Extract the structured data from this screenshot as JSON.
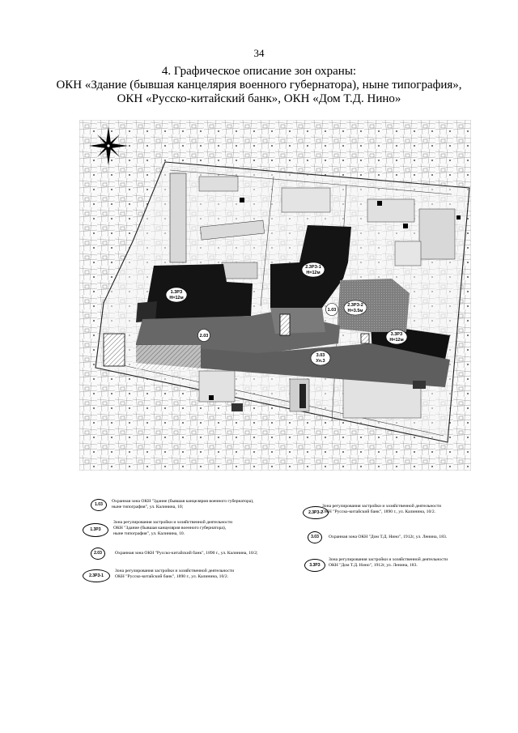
{
  "page_number": "34",
  "title": {
    "line1": "4. Графическое описание зон охраны:",
    "line2": "ОКН «Здание (бывшая канцелярия военного губернатора), ныне типография»,",
    "line3": "ОКН «Русско-китайский банк», ОКН «Дом Т.Д. Нино»"
  },
  "map": {
    "zones": [
      {
        "code": "2.3РЗ-1",
        "sub": "Н=12м"
      },
      {
        "code": "2.3РЗ-2",
        "sub": "Н=3.5м"
      },
      {
        "code": "1.3РЗ",
        "sub": "Н=12м"
      },
      {
        "code": "3.3РЗ",
        "sub": "Н=12м"
      },
      {
        "code": "1.03",
        "sub": ""
      },
      {
        "code": "2.03",
        "sub": ""
      },
      {
        "code": "3.03",
        "sub": "Ул.3"
      }
    ]
  },
  "legend": [
    {
      "code": "1.03",
      "text1": "Охранная зона ОКН \"Здание (бывшая канцелярия военного губернатора),",
      "text2": "ныне типография\", ул. Калинина, 10;",
      "text3": ""
    },
    {
      "code": "1.3РЗ",
      "text1": "Зона регулирования застройки и хозяйственной деятельности",
      "text2": "ОКН \"Здание (бывшая канцелярия военного губернатора),",
      "text3": "ныне типография\", ул. Калинина, 10."
    },
    {
      "code": "2.03",
      "text1": "Охранная зона ОКН \"Русско-китайский банк\", 1890 г., ул. Калинина, 10/2;",
      "text2": "",
      "text3": ""
    },
    {
      "code": "2.3РЗ-1",
      "text1": "Зона регулирования застройки и хозяйственной деятельности",
      "text2": "ОКН \"Русско-китайский банк\", 1890 г., ул. Калинина, 10/2.",
      "text3": ""
    },
    {
      "code": "2.3РЗ-2",
      "text1": "Зона регулирования застройки и хозяйственной деятельности",
      "text2": "ОКН \"Русско-китайский банк\", 1890 г., ул. Калинина, 10/2.",
      "text3": ""
    },
    {
      "code": "3.03",
      "text1": "Охранная зона ОКН \"Дом Т.Д. Нино\", 1912г, ул. Ленина, 183.",
      "text2": "",
      "text3": ""
    },
    {
      "code": "3.3РЗ",
      "text1": "Зона регулирования застройки и хозяйственной деятельности",
      "text2": "ОКН \"Дом Т.Д. Нино\", 1912г, ул. Ленина, 183.",
      "text3": ""
    }
  ]
}
